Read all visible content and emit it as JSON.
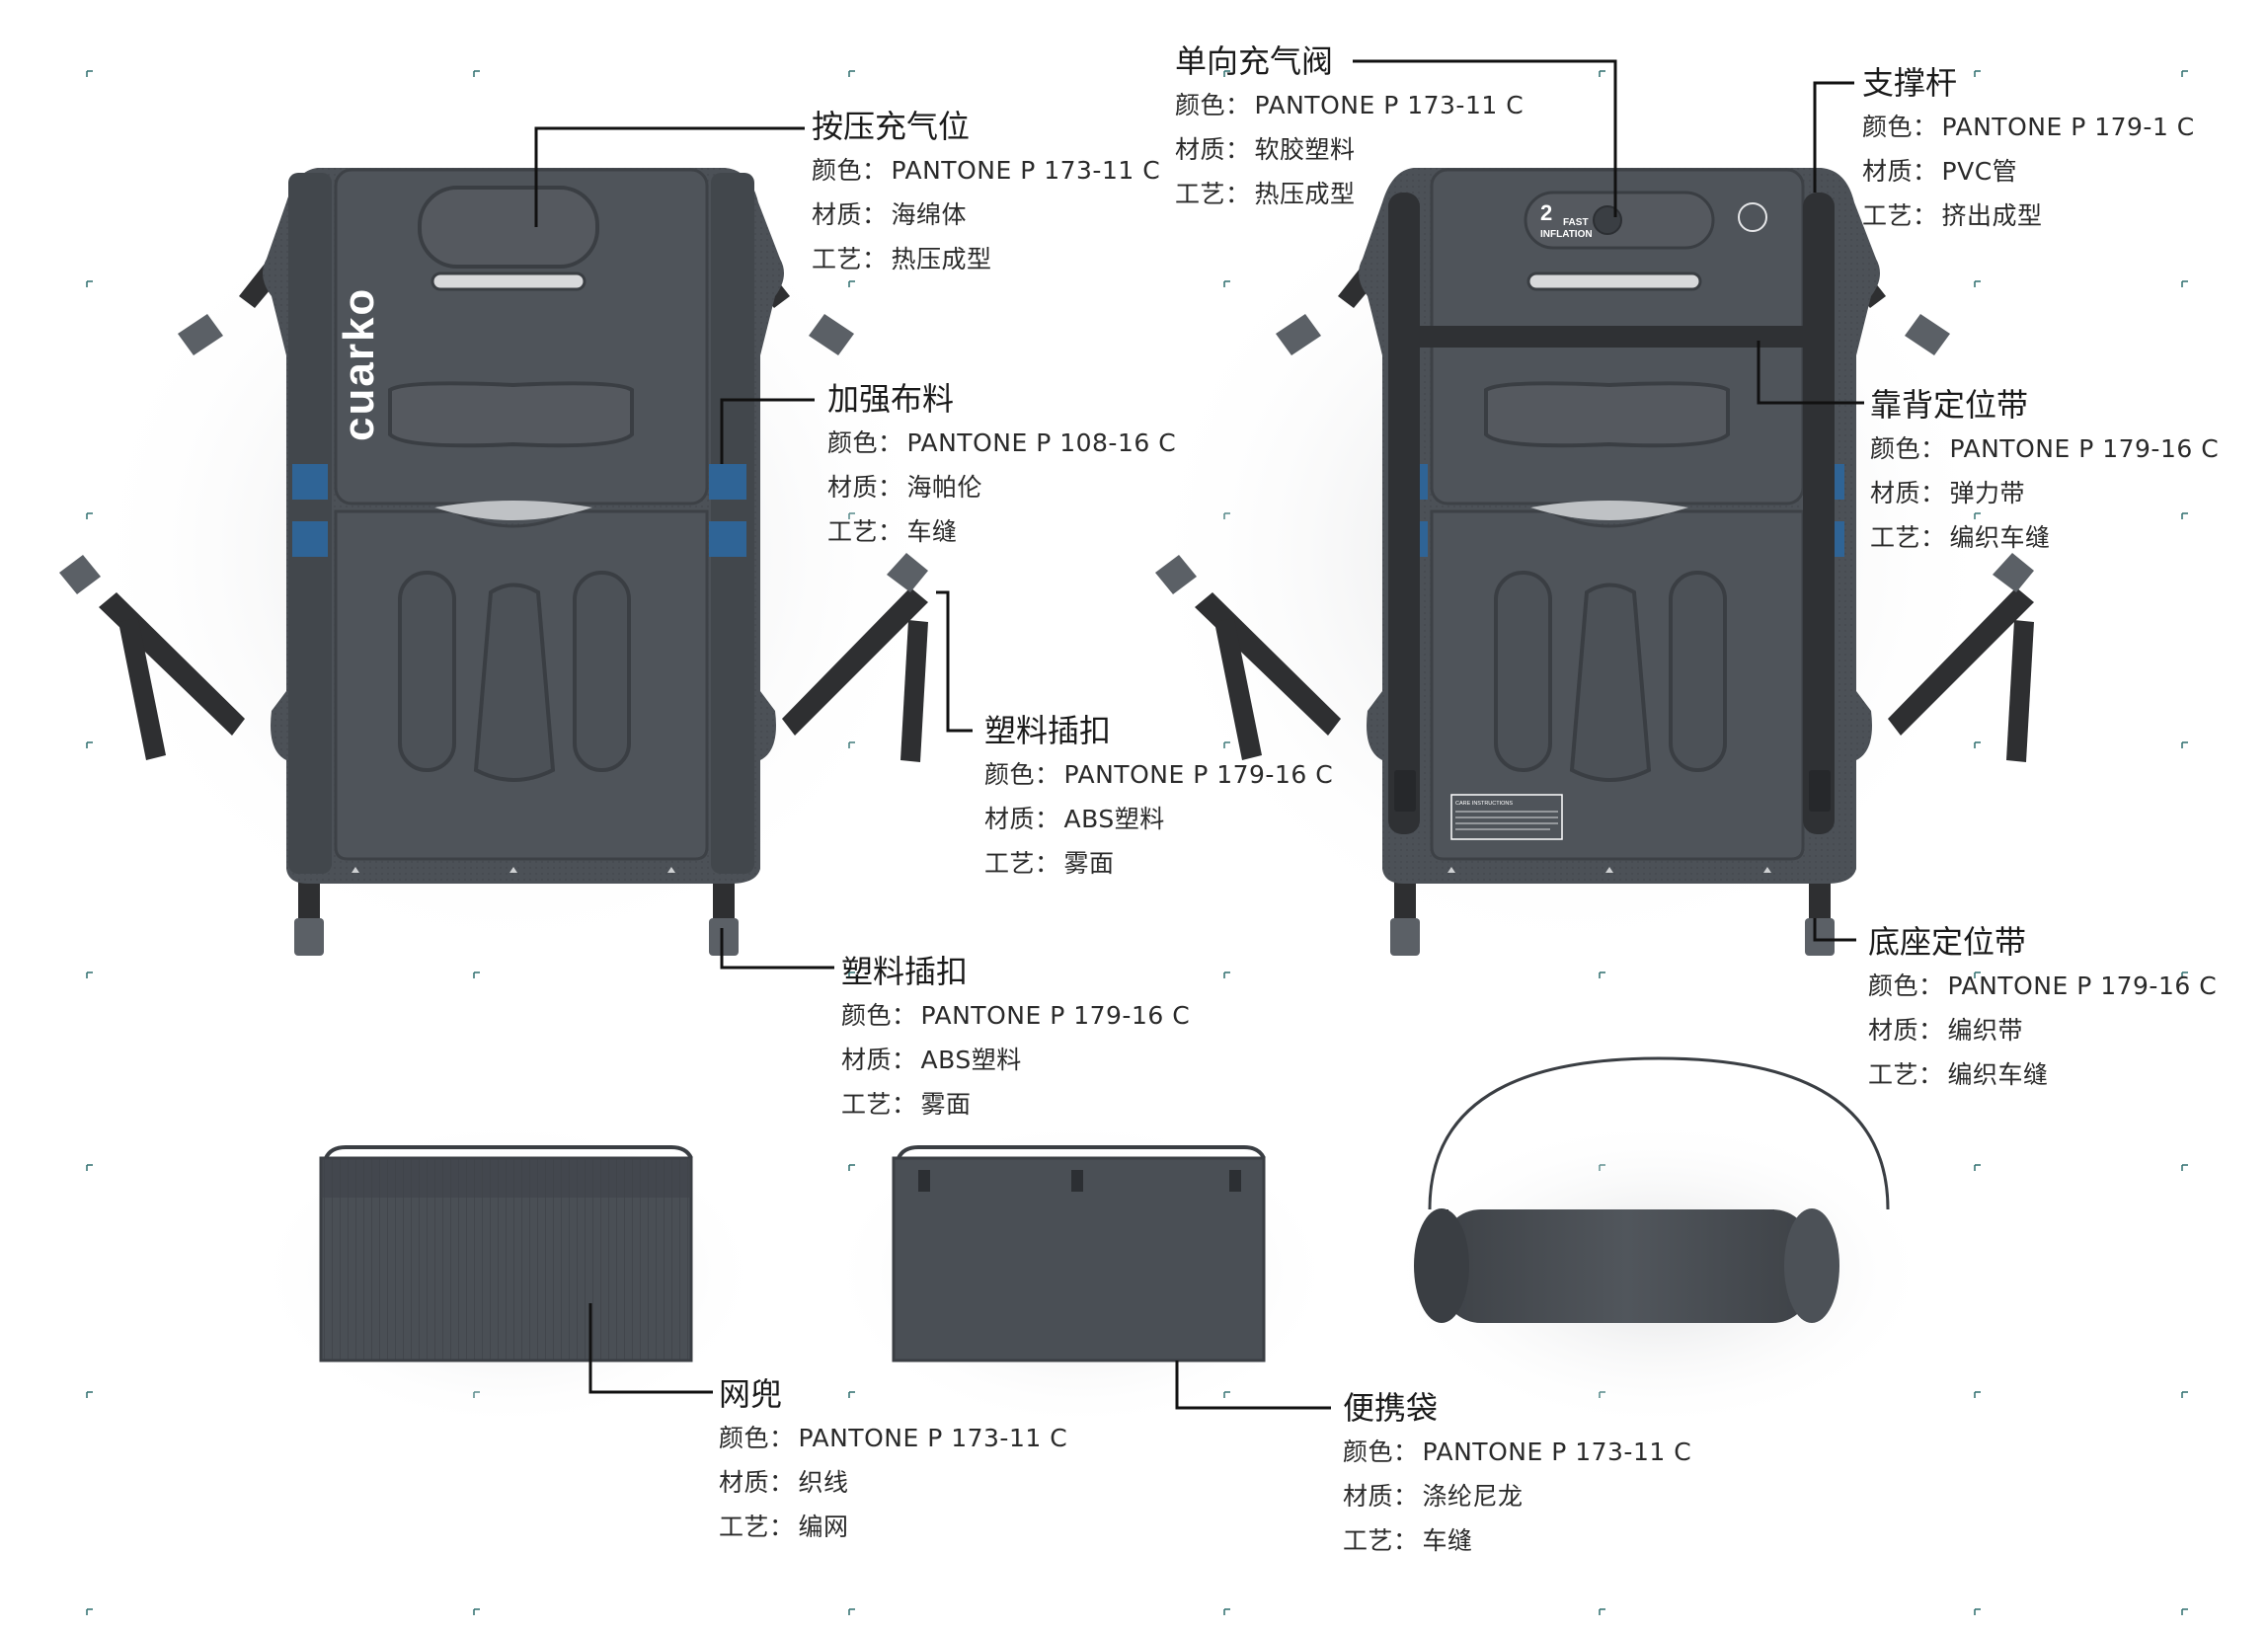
{
  "brand": "cuarko",
  "valve_label": {
    "big": "2",
    "line1": "FAST",
    "line2": "INFLATION"
  },
  "care_label": "CARE INSTRUCTIONS",
  "colors": {
    "product": "#4c5157",
    "product_dark": "#3c4045",
    "accent_blue": "#2f6496",
    "strap": "#2e2f31"
  },
  "row_keys": {
    "color": "颜色：",
    "material": "材质：",
    "process": "工艺："
  },
  "annotations": [
    {
      "id": "press-inflate",
      "title": "按压充气位",
      "color": "PANTONE P 173-11 C",
      "material": "海绵体",
      "process": "热压成型"
    },
    {
      "id": "reinforce-fabric",
      "title": "加强布料",
      "color": "PANTONE P 108-16 C",
      "material": "海帕伦",
      "process": "车缝"
    },
    {
      "id": "plastic-buckle-1",
      "title": "塑料插扣",
      "color": "PANTONE P 179-16 C",
      "material": "ABS塑料",
      "process": "雾面"
    },
    {
      "id": "plastic-buckle-2",
      "title": "塑料插扣",
      "color": "PANTONE P 179-16 C",
      "material": "ABS塑料",
      "process": "雾面"
    },
    {
      "id": "one-way-valve",
      "title": "单向充气阀",
      "color": "PANTONE P 173-11 C",
      "material": "软胶塑料",
      "process": "热压成型"
    },
    {
      "id": "support-rod",
      "title": "支撑杆",
      "color": "PANTONE P 179-1 C",
      "material": "PVC管",
      "process": "挤出成型"
    },
    {
      "id": "backrest-strap",
      "title": "靠背定位带",
      "color": "PANTONE P 179-16 C",
      "material": "弹力带",
      "process": "编织车缝"
    },
    {
      "id": "base-strap",
      "title": "底座定位带",
      "color": "PANTONE P 179-16 C",
      "material": "编织带",
      "process": "编织车缝"
    },
    {
      "id": "mesh-pocket",
      "title": "网兜",
      "color": "PANTONE P 173-11 C",
      "material": "织线",
      "process": "编网"
    },
    {
      "id": "carry-bag",
      "title": "便携袋",
      "color": "PANTONE P 173-11 C",
      "material": "涤纶尼龙",
      "process": "车缝"
    }
  ]
}
